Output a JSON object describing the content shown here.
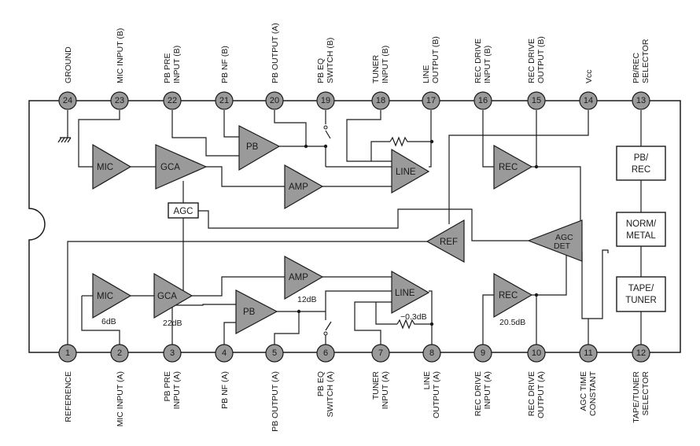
{
  "pins_top": [
    {
      "num": "24",
      "label": "GROUND"
    },
    {
      "num": "23",
      "label": "MIC INPUT (B)"
    },
    {
      "num": "22",
      "label": "PB PRE|INPUT (B)"
    },
    {
      "num": "21",
      "label": "PB NF (B)"
    },
    {
      "num": "20",
      "label": "PB OUTPUT (A)"
    },
    {
      "num": "19",
      "label": "PB EQ|SWITCH (B)"
    },
    {
      "num": "18",
      "label": "TUNER|INPUT (B)"
    },
    {
      "num": "17",
      "label": "LINE|OUTPUT (B)"
    },
    {
      "num": "16",
      "label": "REC DRIVE|INPUT (B)"
    },
    {
      "num": "15",
      "label": "REC DRIVE|OUTPUT (B)"
    },
    {
      "num": "14",
      "label": "Vcc"
    },
    {
      "num": "13",
      "label": "PB/REC|SELECTOR"
    }
  ],
  "pins_bottom": [
    {
      "num": "1",
      "label": "REFERENCE"
    },
    {
      "num": "2",
      "label": "MIC INPUT (A)"
    },
    {
      "num": "3",
      "label": "PB PRE|INPUT (A)"
    },
    {
      "num": "4",
      "label": "PB NF (A)"
    },
    {
      "num": "5",
      "label": "PB OUTPUT (A)"
    },
    {
      "num": "6",
      "label": "PB EQ|SWITCH (A)"
    },
    {
      "num": "7",
      "label": "TUNER|INPUT (A)"
    },
    {
      "num": "8",
      "label": "LINE|OUTPUT (A)"
    },
    {
      "num": "9",
      "label": "REC DRIVE|INPUT (A)"
    },
    {
      "num": "10",
      "label": "REC DRIVE|OUTPUT (A)"
    },
    {
      "num": "11",
      "label": "AGC TIME|CONSTANT"
    },
    {
      "num": "12",
      "label": "TAPE/TUNER|SELECTOR"
    }
  ],
  "blocks": {
    "mic_b": "MIC",
    "gca_b": "GCA",
    "pb_b": "PB",
    "amp_b": "AMP",
    "line_b": "LINE",
    "rec_b": "REC",
    "agc": "AGC",
    "ref": "REF",
    "agc_det_1": "AGC",
    "agc_det_2": "DET",
    "mic_a": "MIC",
    "gca_a": "GCA",
    "pb_a": "PB",
    "amp_a": "AMP",
    "line_a": "LINE",
    "rec_a": "REC"
  },
  "boxes": {
    "pbrec_1": "PB/",
    "pbrec_2": "REC",
    "normmetal_1": "NORM/",
    "normmetal_2": "METAL",
    "tapetuner_1": "TAPE/",
    "tapetuner_2": "TUNER"
  },
  "gains": {
    "mic": "6dB",
    "gca": "22dB",
    "amp": "12dB",
    "line": "−0.3dB",
    "rec": "20.5dB"
  },
  "colors": {
    "block_fill": "#9a9a9a",
    "line": "#1a1a1a",
    "background": "#ffffff"
  }
}
